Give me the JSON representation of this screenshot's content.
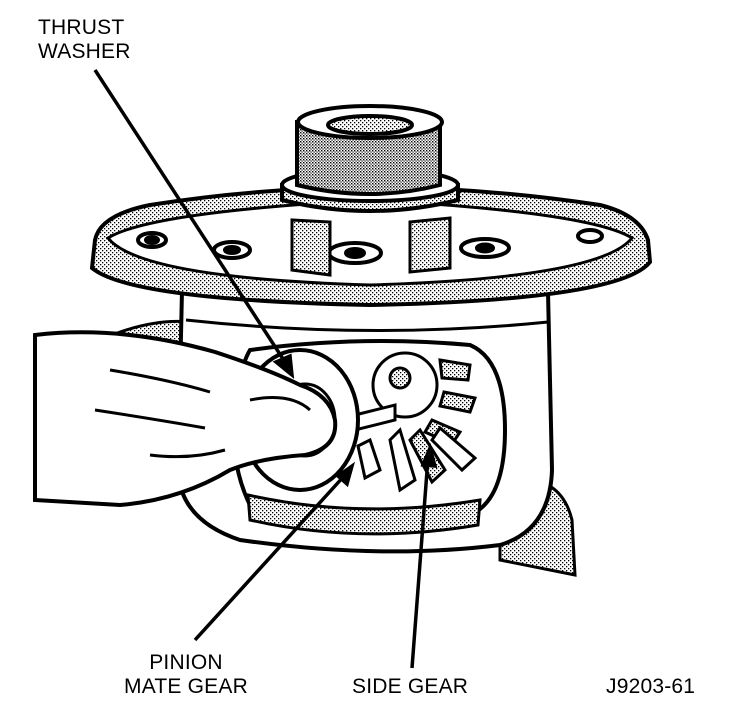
{
  "labels": {
    "thrust_washer": [
      "THRUST",
      "WASHER"
    ],
    "pinion_mate_gear": [
      "PINION",
      "MATE GEAR"
    ],
    "side_gear": "SIDE GEAR",
    "figure_id": "J9203-61"
  },
  "colors": {
    "ink": "#000000",
    "paper": "#ffffff",
    "shade": "#9a9a9a"
  }
}
